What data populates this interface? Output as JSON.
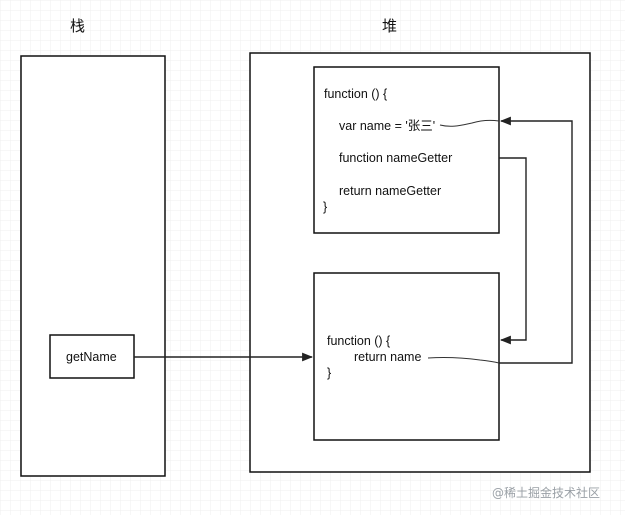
{
  "diagram": {
    "stack_title": "栈",
    "heap_title": "堆",
    "stack_variable": "getName",
    "outer_function": {
      "line1": "function () {",
      "line2": "var name = '张三'",
      "line3": "function nameGetter",
      "line4": "return nameGetter",
      "line5": "}"
    },
    "inner_function": {
      "line1": "function () {",
      "line2": "return name",
      "line3": "}"
    }
  },
  "watermark": "@稀土掘金技术社区",
  "colors": {
    "grid": "#eeeeee",
    "stroke": "#111111",
    "watermark": "#9aa0a6"
  }
}
